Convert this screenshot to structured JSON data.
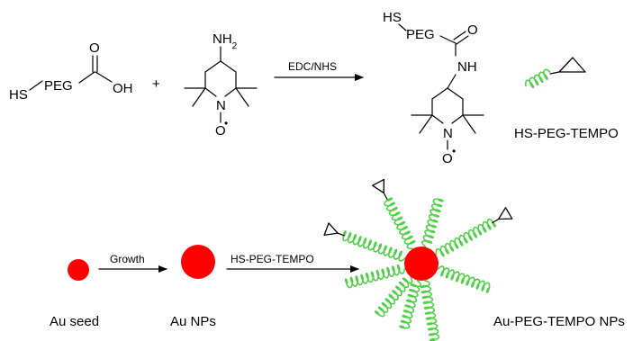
{
  "reaction": {
    "reactant1": {
      "hs": "HS",
      "peg": "PEG",
      "carbonyl_o": "O",
      "hydroxyl": "OH"
    },
    "plus": "+",
    "reactant2": {
      "amine": "NH",
      "amine_sub": "2",
      "nitrogen": "N",
      "oxyl": "O",
      "radical_dot": "•"
    },
    "conditions": "EDC/NHS",
    "product": {
      "hs": "HS",
      "peg": "PEG",
      "carbonyl_o": "O",
      "amide": "NH",
      "nitrogen": "N",
      "oxyl": "O",
      "radical_dot": "•"
    },
    "legend_label": "HS-PEG-TEMPO"
  },
  "synthesis": {
    "seed_label": "Au seed",
    "step1_label": "Growth",
    "np_label": "Au NPs",
    "step2_label": "HS-PEG-TEMPO",
    "final_label": "Au-PEG-TEMPO NPs"
  },
  "colors": {
    "gold_particle": "#FF0000",
    "peg_chain": "#4ED046",
    "bond": "#000000"
  },
  "icons": {
    "coil": "peg-coil-icon",
    "tempo": "tempo-triangle-icon"
  }
}
